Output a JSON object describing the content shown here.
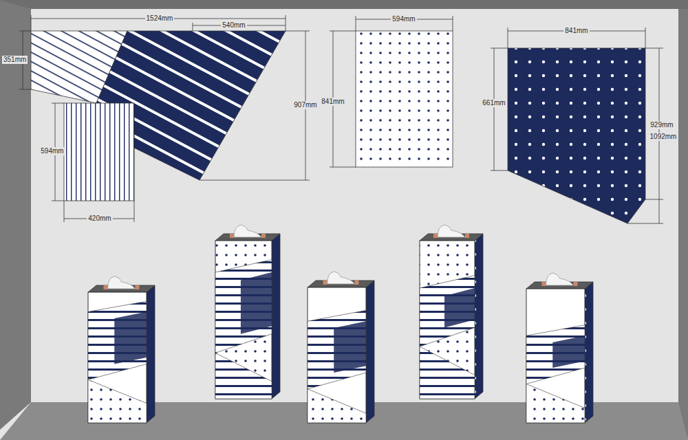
{
  "diagram": {
    "labels": [
      "1524mm",
      "540mm",
      "594mm",
      "841mm",
      "351mm",
      "841mm",
      "907mm",
      "661mm",
      "929mm",
      "1092mm",
      "594mm",
      "420mm"
    ]
  }
}
